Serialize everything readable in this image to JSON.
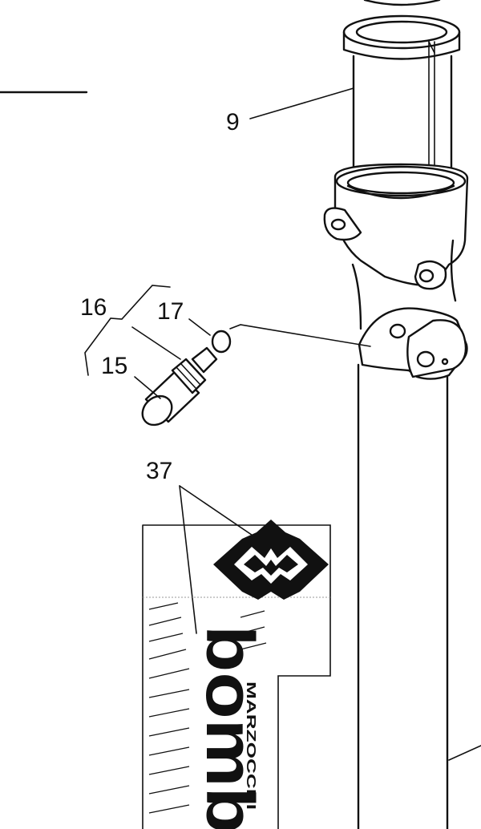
{
  "callouts": {
    "c9": "9",
    "c16": "16",
    "c17": "17",
    "c15": "15",
    "c37": "37"
  },
  "decal": {
    "brand_word": "bomb",
    "sub_word": "MARZOCCHI"
  },
  "colors": {
    "ink": "#111111",
    "paper": "#ffffff"
  }
}
